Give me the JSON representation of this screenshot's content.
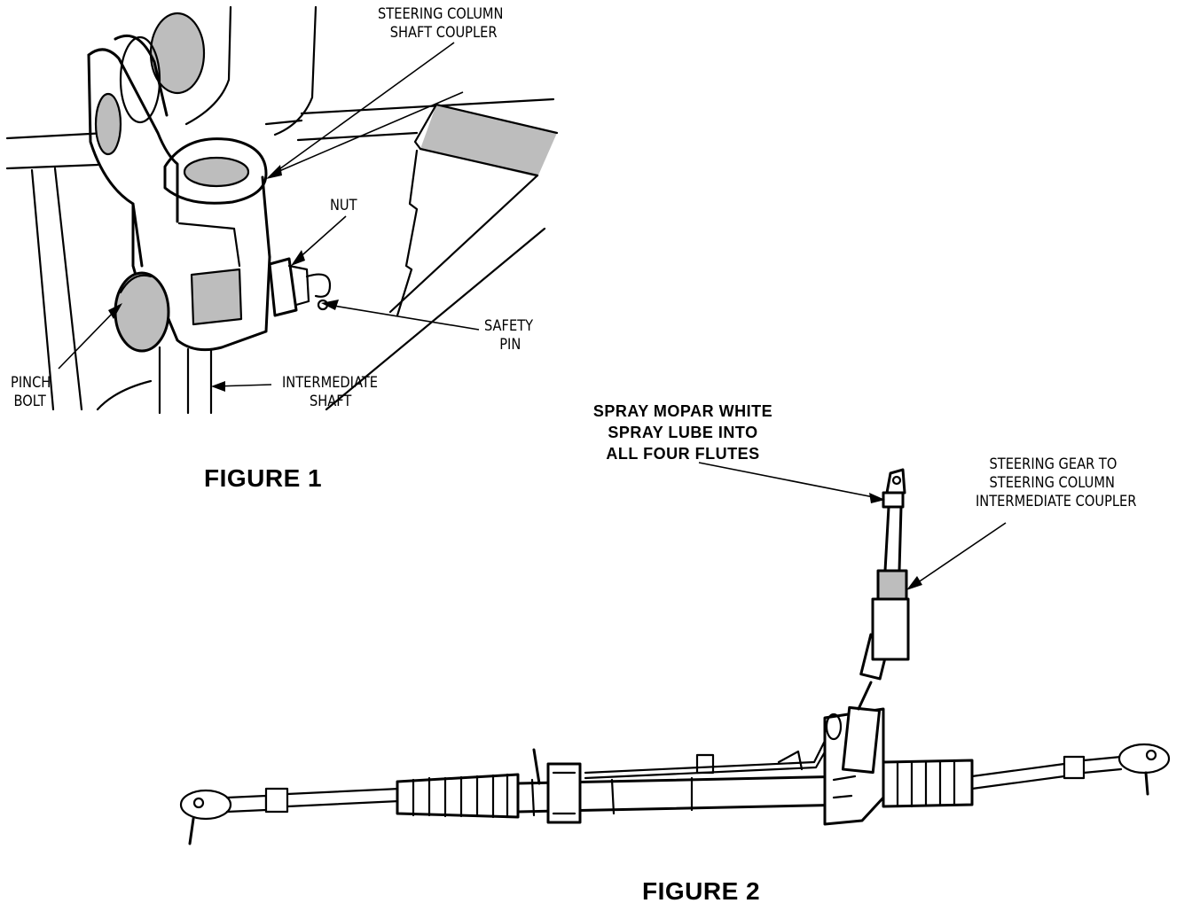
{
  "figure1": {
    "caption": "FIGURE 1",
    "labels": {
      "steering_column_coupler": [
        "STEERING COLUMN",
        "SHAFT COUPLER"
      ],
      "nut": "NUT",
      "safety_pin": [
        "SAFETY",
        "PIN"
      ],
      "pinch_bolt": [
        "PINCH",
        "BOLT"
      ],
      "intermediate_shaft": [
        "INTERMEDIATE",
        "SHAFT"
      ]
    }
  },
  "figure2": {
    "caption": "FIGURE 2",
    "labels": {
      "spray_instruction": [
        "SPRAY MOPAR WHITE",
        "SPRAY LUBE INTO",
        "ALL FOUR FLUTES"
      ],
      "intermediate_coupler": [
        "STEERING GEAR TO",
        "STEERING COLUMN",
        "INTERMEDIATE COUPLER"
      ]
    }
  }
}
